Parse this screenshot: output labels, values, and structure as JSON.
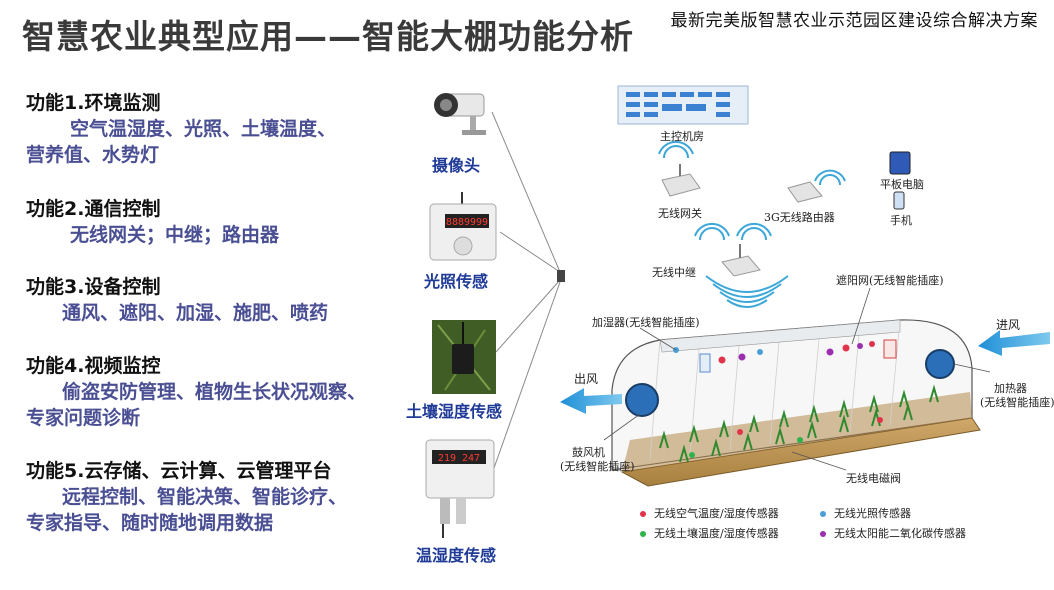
{
  "header_note": "最新完美版智慧农业示范园区建设综合解决方案",
  "title": "智慧农业典型应用——智能大棚功能分析",
  "functions": [
    {
      "title": "功能1.环境监测",
      "desc1": "空气温湿度、光照、土壤温度、",
      "desc2": "营养值、水势灯"
    },
    {
      "title": "功能2.通信控制",
      "desc1": "无线网关；中继；路由器"
    },
    {
      "title": "功能3.设备控制",
      "desc1": "通风、遮阳、加湿、施肥、喷药"
    },
    {
      "title": "功能4.视频监控",
      "desc1": "偷盗安防管理、植物生长状况观察、",
      "desc2": "专家问题诊断"
    },
    {
      "title": "功能5.云存储、云计算、云管理平台",
      "desc1": "远程控制、智能决策、智能诊疗、",
      "desc2": "专家指导、随时随地调用数据"
    }
  ],
  "devices": [
    {
      "label": "摄像头",
      "icon": "camera-icon"
    },
    {
      "label": "光照传感",
      "icon": "light-sensor-icon",
      "display": "8889999"
    },
    {
      "label": "土壤湿度传感",
      "icon": "soil-sensor-icon"
    },
    {
      "label": "温湿度传感",
      "icon": "temp-humidity-sensor-icon",
      "display": "219 247"
    }
  ],
  "diagram": {
    "server_room": "主控机房",
    "wireless_gateway": "无线网关",
    "router_3g": "3G无线路由器",
    "tablet": "平板电脑",
    "phone": "手机",
    "relay": "无线中继",
    "shade_net": "遮阳网(无线智能插座)",
    "humidifier": "加湿器(无线智能插座)",
    "air_in": "进风",
    "air_out": "出风",
    "heater_1": "加热器",
    "heater_2": "(无线智能插座)",
    "blower_1": "鼓风机",
    "blower_2": "(无线智能插座)",
    "valve": "无线电磁阀"
  },
  "legend": [
    {
      "label": "无线空气温度/湿度传感器",
      "color": "#e0344a"
    },
    {
      "label": "无线光照传感器",
      "color": "#4a9fd8"
    },
    {
      "label": "无线土壤温度/湿度传感器",
      "color": "#2fb34a"
    },
    {
      "label": "无线太阳能二氧化碳传感器",
      "color": "#9b2fb0"
    }
  ]
}
